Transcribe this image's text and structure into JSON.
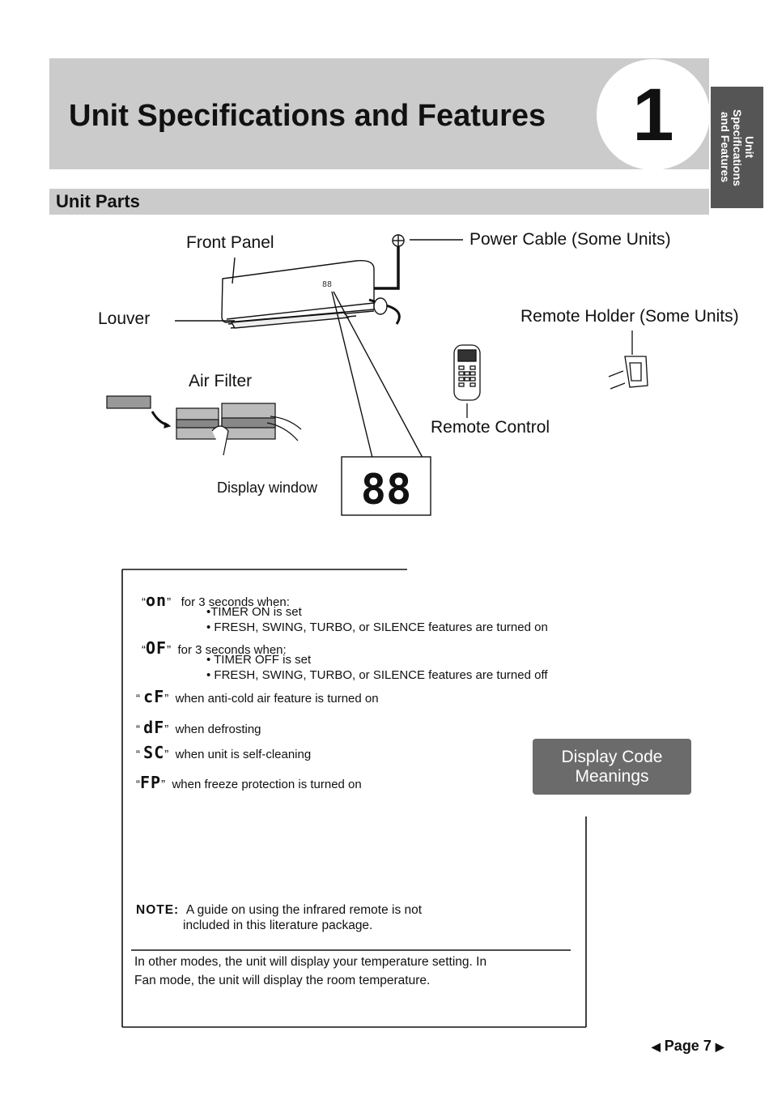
{
  "header": {
    "title": "Unit Specifications and Features",
    "chapter_number": "1",
    "side_tab": "Unit\nSpecifications\nand Features"
  },
  "section": {
    "title": "Unit Parts"
  },
  "diagram": {
    "labels": {
      "front_panel": "Front Panel",
      "power_cable": "Power Cable (Some Units)",
      "louver": "Louver",
      "remote_holder": "Remote Holder (Some Units)",
      "air_filter": "Air Filter",
      "remote_control": "Remote Control",
      "display_window": "Display window"
    },
    "display_digits": "88"
  },
  "codes": {
    "on": {
      "symbol": "on",
      "text": "for  3 seconds when:",
      "items": [
        "•TIMER ON is set",
        "• FRESH, SWING, TURBO, or SILENCE features are turned on"
      ]
    },
    "of": {
      "symbol": "OF",
      "text": "for  3 seconds when:",
      "items": [
        "• TIMER OFF is set",
        "• FRESH, SWING, TURBO, or SILENCE features are turned off"
      ]
    },
    "cf": {
      "symbol": "cF",
      "text": "when anti-cold air feature is turned on"
    },
    "df": {
      "symbol": "dF",
      "text": "when defrosting"
    },
    "sc": {
      "symbol": "SC",
      "text": "when unit is self-cleaning"
    },
    "fp": {
      "symbol": "FP",
      "text": "when freeze protection is turned on"
    }
  },
  "display_code_box": {
    "line1": "Display  Code",
    "line2": "Meanings"
  },
  "note": {
    "label": "NOTE:",
    "line1": "A guide on using the infrared remote is not",
    "line2": "included in this literature package."
  },
  "other_modes": "In other modes, the unit will display your temperature setting. In Fan mode, the unit will display the room temperature.",
  "footer": {
    "page": "Page 7"
  }
}
